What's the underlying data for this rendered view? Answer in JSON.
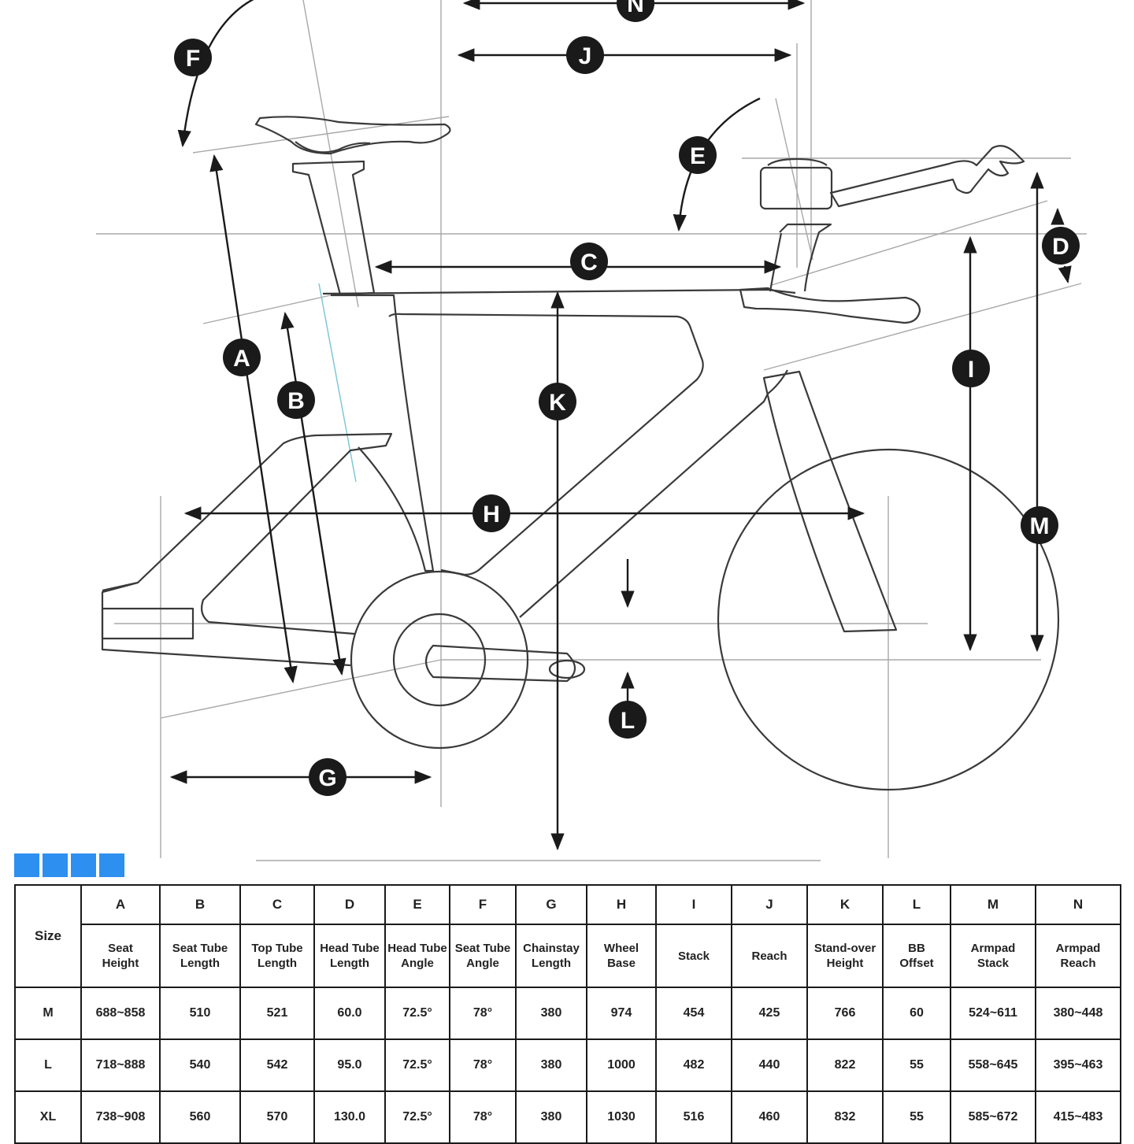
{
  "diagram_labels": [
    "A",
    "B",
    "C",
    "D",
    "E",
    "F",
    "G",
    "H",
    "I",
    "J",
    "K",
    "L",
    "M",
    "N"
  ],
  "table": {
    "size_header": "Size",
    "columns": [
      {
        "letter": "A",
        "name_line1": "Seat",
        "name_line2": "Height"
      },
      {
        "letter": "B",
        "name_line1": "Seat Tube",
        "name_line2": "Length"
      },
      {
        "letter": "C",
        "name_line1": "Top Tube",
        "name_line2": "Length"
      },
      {
        "letter": "D",
        "name_line1": "Head Tube",
        "name_line2": "Length"
      },
      {
        "letter": "E",
        "name_line1": "Head Tube",
        "name_line2": "Angle"
      },
      {
        "letter": "F",
        "name_line1": "Seat Tube",
        "name_line2": "Angle"
      },
      {
        "letter": "G",
        "name_line1": "Chainstay",
        "name_line2": "Length"
      },
      {
        "letter": "H",
        "name_line1": "Wheel",
        "name_line2": "Base"
      },
      {
        "letter": "I",
        "name_line1": "Stack",
        "name_line2": ""
      },
      {
        "letter": "J",
        "name_line1": "Reach",
        "name_line2": ""
      },
      {
        "letter": "K",
        "name_line1": "Stand-over",
        "name_line2": "Height"
      },
      {
        "letter": "L",
        "name_line1": "BB",
        "name_line2": "Offset"
      },
      {
        "letter": "M",
        "name_line1": "Armpad",
        "name_line2": "Stack"
      },
      {
        "letter": "N",
        "name_line1": "Armpad",
        "name_line2": "Reach"
      }
    ],
    "rows": [
      {
        "size": "M",
        "values": [
          "688~858",
          "510",
          "521",
          "60.0",
          "72.5°",
          "78°",
          "380",
          "974",
          "454",
          "425",
          "766",
          "60",
          "524~611",
          "380~448"
        ]
      },
      {
        "size": "L",
        "values": [
          "718~888",
          "540",
          "542",
          "95.0",
          "72.5°",
          "78°",
          "380",
          "1000",
          "482",
          "440",
          "822",
          "55",
          "558~645",
          "395~463"
        ]
      },
      {
        "size": "XL",
        "values": [
          "738~908",
          "560",
          "570",
          "130.0",
          "72.5°",
          "78°",
          "380",
          "1030",
          "516",
          "460",
          "832",
          "55",
          "585~672",
          "415~483"
        ]
      }
    ]
  }
}
